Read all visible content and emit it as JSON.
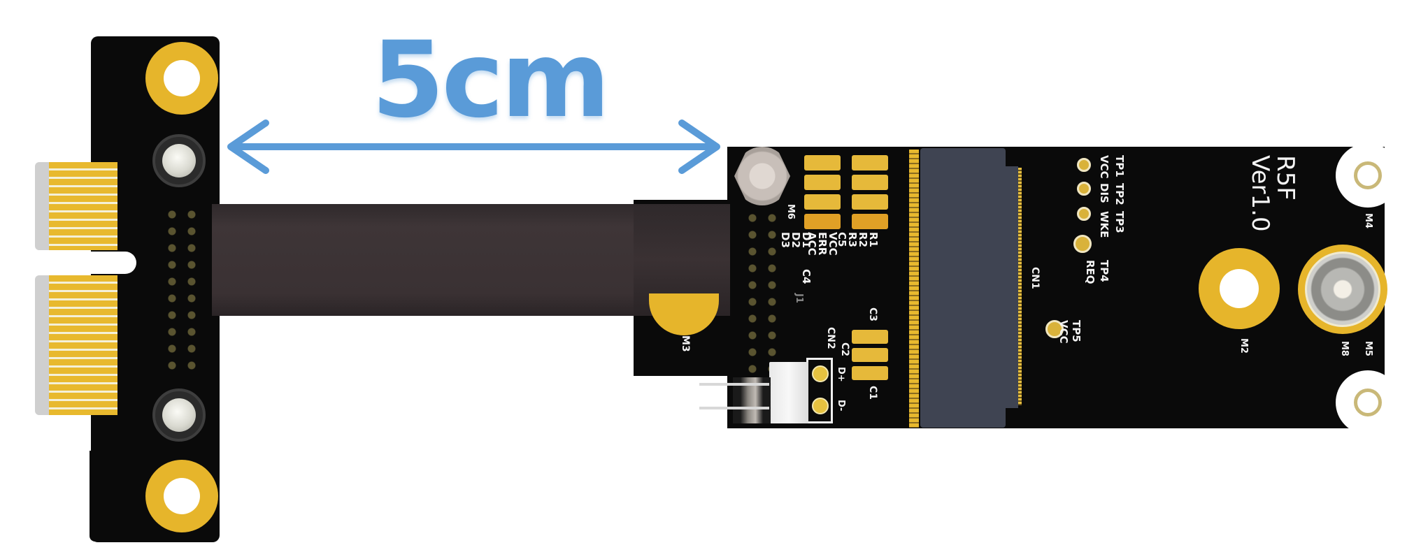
{
  "annotation": {
    "length_label": "5cm",
    "color": "#5a9bd8"
  },
  "left_board": {
    "description": "PCIe x1 edge connector bracket",
    "pcb_color": "#0a0a0a",
    "gold_color": "#e8b92e"
  },
  "cable": {
    "description": "flat ribbon extension cable",
    "color": "#3a3234"
  },
  "right_board": {
    "title": "R5F",
    "version": "Ver1.0",
    "slot_label": "CN1",
    "connector_label": "J1",
    "mount_labels": {
      "m2": "M2",
      "m3": "M3",
      "m4": "M4",
      "m5": "M5",
      "m6": "M6",
      "m8": "M8"
    },
    "led_labels": [
      {
        "ref": "D1",
        "name": "VCC"
      },
      {
        "ref": "D2",
        "name": "ERR"
      },
      {
        "ref": "D3",
        "name": "ACC"
      },
      {
        "ref": "C4",
        "name": ""
      }
    ],
    "resistor_labels": [
      "R1",
      "R2",
      "R3",
      "C5"
    ],
    "test_points": [
      {
        "ref": "TP1",
        "name": "VCC"
      },
      {
        "ref": "TP2",
        "name": "DIS"
      },
      {
        "ref": "TP3",
        "name": "WKE"
      },
      {
        "ref": "TP4",
        "name": "REQ"
      },
      {
        "ref": "TP5",
        "name": "VCC"
      }
    ],
    "power_header": {
      "ref": "CN2",
      "pins": [
        "D+",
        "D-"
      ]
    },
    "cap_labels": [
      "C3",
      "C2",
      "C1"
    ],
    "slot_color": "#3f4452"
  }
}
